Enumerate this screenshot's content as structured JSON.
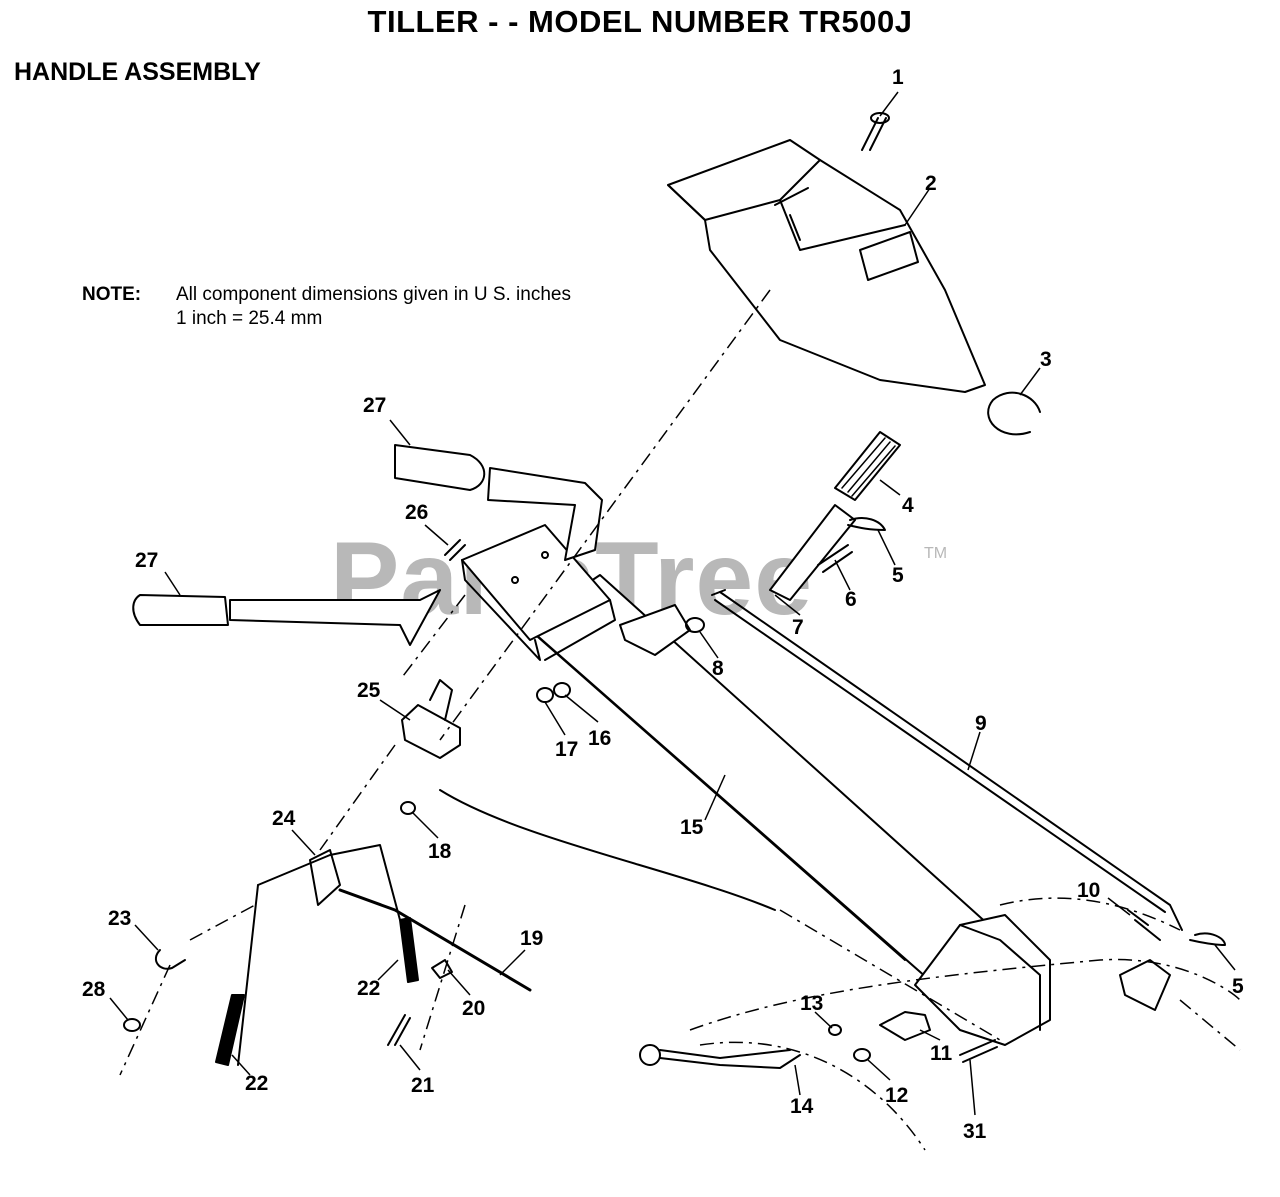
{
  "title": "TILLER - - MODEL NUMBER TR500J",
  "subtitle": "HANDLE ASSEMBLY",
  "note": {
    "label": "NOTE:",
    "line1": "All component dimensions given in U S. inches",
    "line2": "1 inch = 25.4 mm"
  },
  "watermark": "PartsTree",
  "watermark_mark": "TM",
  "part_labels": [
    "1",
    "2",
    "3",
    "4",
    "5",
    "6",
    "7",
    "8",
    "9",
    "10",
    "5",
    "11",
    "12",
    "13",
    "14",
    "31",
    "15",
    "16",
    "17",
    "18",
    "19",
    "20",
    "21",
    "22",
    "22",
    "23",
    "24",
    "25",
    "26",
    "27",
    "27",
    "28"
  ]
}
